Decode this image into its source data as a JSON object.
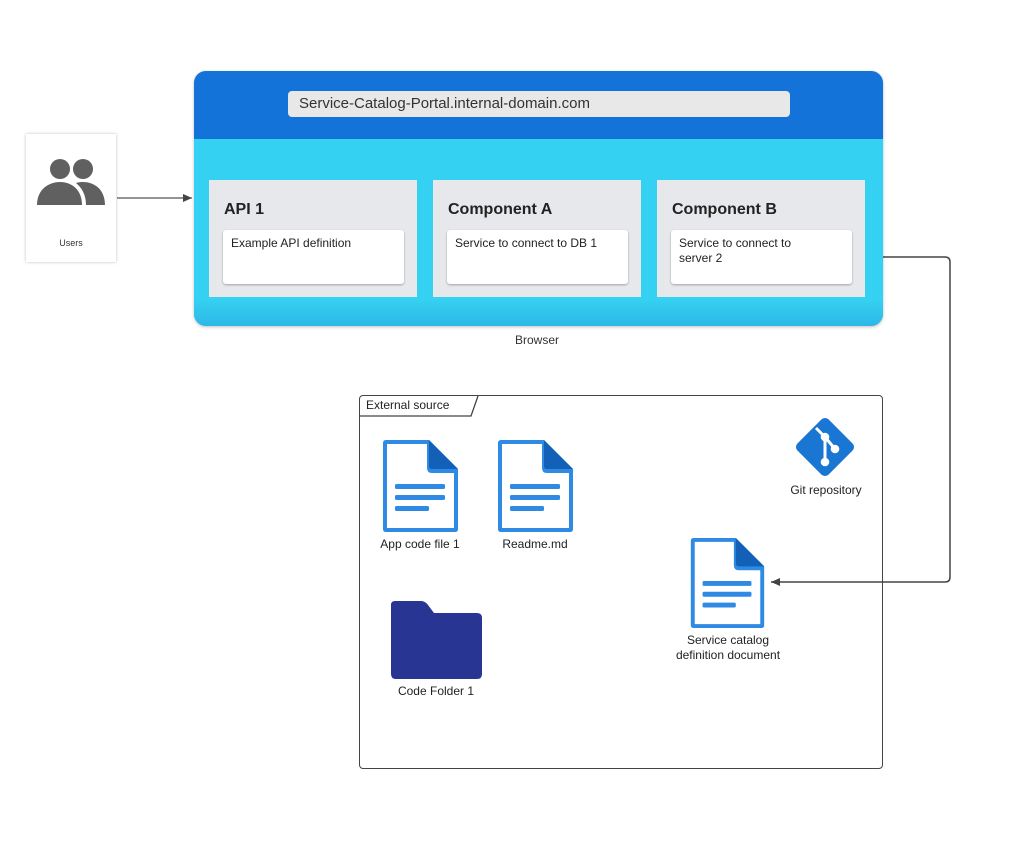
{
  "users": {
    "label": "Users",
    "icon": "users-icon"
  },
  "browser": {
    "url": "Service-Catalog-Portal.internal-domain.com",
    "label": "Browser",
    "colors": {
      "top": "#1473d9",
      "body": "#35d1f2"
    },
    "cards": [
      {
        "title": "API 1",
        "description": "Example API definition"
      },
      {
        "title": "Component A",
        "description": "Service to connect to DB 1"
      },
      {
        "title": "Component B",
        "description": "Service to connect to server 2"
      }
    ]
  },
  "external": {
    "label": "External source",
    "files": [
      {
        "label": "App code  file 1",
        "icon": "document-icon"
      },
      {
        "label": "Readme.md",
        "icon": "document-icon"
      }
    ],
    "folder": {
      "label": "Code Folder 1",
      "icon": "folder-icon",
      "color": "#283593"
    },
    "git": {
      "label": "Git repository",
      "icon": "git-icon",
      "color": "#1976d2"
    },
    "definition_doc": {
      "label_line1": "Service catalog",
      "label_line2": "definition document",
      "icon": "document-icon"
    }
  }
}
